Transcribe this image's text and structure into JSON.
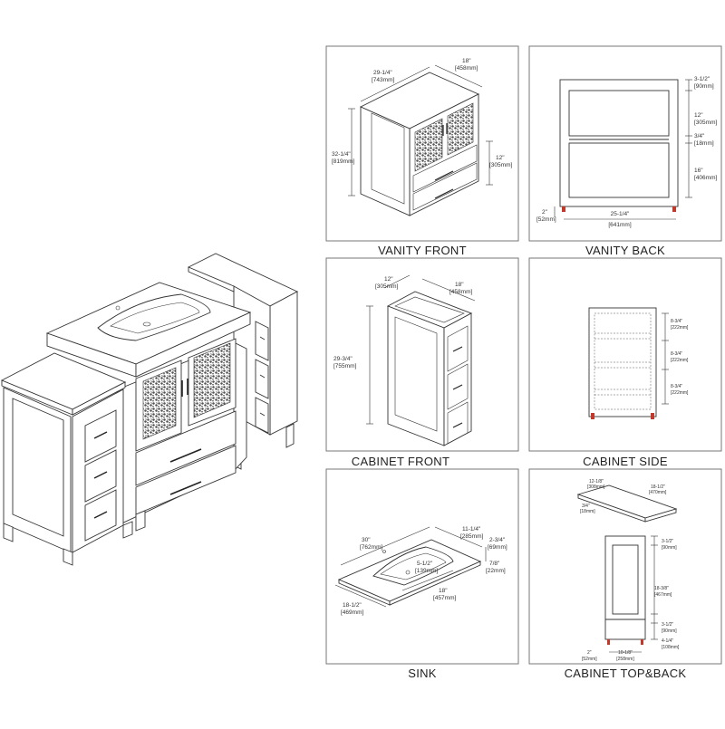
{
  "panels": {
    "vanity_front": {
      "label": "VANITY FRONT",
      "dims": {
        "width_in": "29-1/4\"",
        "width_mm": "[743mm]",
        "depth_in": "18\"",
        "depth_mm": "[458mm]",
        "height_in": "32-1/4\"",
        "height_mm": "[819mm]",
        "drawer_in": "12\"",
        "drawer_mm": "[305mm]"
      }
    },
    "vanity_back": {
      "label": "VANITY BACK",
      "dims": {
        "top_in": "3-1/2\"",
        "top_mm": "[90mm]",
        "panel_in": "12\"",
        "panel_mm": "[305mm]",
        "shelf_in": "3/4\"",
        "shelf_mm": "[18mm]",
        "bottom_in": "16\"",
        "bottom_mm": "[406mm]",
        "leg_in": "2\"",
        "leg_mm": "[52mm]",
        "width_in": "25-1/4\"",
        "width_mm": "[641mm]"
      }
    },
    "cabinet_front": {
      "label": "CABINET FRONT",
      "dims": {
        "width_in": "12\"",
        "width_mm": "[305mm]",
        "depth_in": "18\"",
        "depth_mm": "[458mm]",
        "height_in": "29-3/4\"",
        "height_mm": "[755mm]"
      }
    },
    "cabinet_side": {
      "label": "CABINET SIDE",
      "dims": {
        "s1_in": "8-3/4\"",
        "s1_mm": "[222mm]",
        "s2_in": "8-3/4\"",
        "s2_mm": "[222mm]",
        "s3_in": "8-3/4\"",
        "s3_mm": "[222mm]"
      }
    },
    "sink": {
      "label": "SINK",
      "dims": {
        "length_in": "30\"",
        "length_mm": "[762mm]",
        "bowl_depth_in": "11-1/4\"",
        "bowl_depth_mm": "[285mm]",
        "edge_in": "2-3/4\"",
        "edge_mm": "[69mm]",
        "thick_in": "7/8\"",
        "thick_mm": "[22mm]",
        "drain_in": "5-1/2\"",
        "drain_mm": "[139mm]",
        "bowl_len_in": "18\"",
        "bowl_len_mm": "[457mm]",
        "depth_in": "18-1/2\"",
        "depth_mm": "[469mm]"
      }
    },
    "cabinet_top_back": {
      "label": "CABINET TOP&BACK",
      "dims": {
        "top_w_in": "12-1/8\"",
        "top_w_mm": "[308mm]",
        "top_d_in": "18-1/2\"",
        "top_d_mm": "[470mm]",
        "top_t_in": "3/4\"",
        "top_t_mm": "[18mm]",
        "b1_in": "3-1/2\"",
        "b1_mm": "[90mm]",
        "b2_in": "18-3/8\"",
        "b2_mm": "[467mm]",
        "b3_in": "3-1/2\"",
        "b3_mm": "[90mm]",
        "b4_in": "4-1/4\"",
        "b4_mm": "[108mm]",
        "leg_in": "2\"",
        "leg_mm": "[52mm]",
        "w_in": "10-1/8\"",
        "w_mm": "[258mm]"
      }
    }
  },
  "colors": {
    "line": "#333333",
    "frame": "#777777",
    "accent_leg": "#c0392b"
  }
}
